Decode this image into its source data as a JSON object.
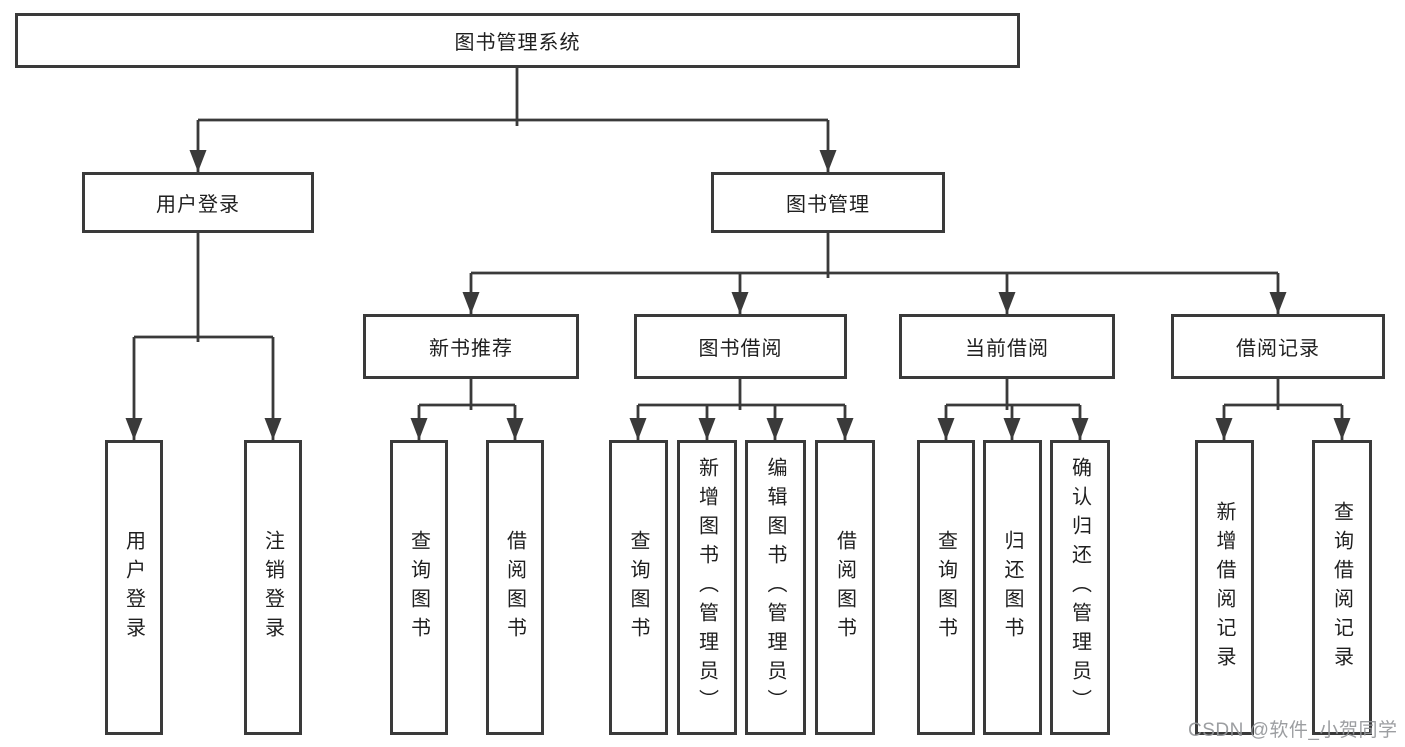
{
  "diagram": {
    "title": "图书管理系统",
    "watermark": "CSDN @软件_小贺同学",
    "colors": {
      "line": "#3a3a3a",
      "text": "#1f1f1f",
      "background": "#ffffff",
      "watermark": "#949699"
    }
  },
  "tree": {
    "label": "图书管理系统",
    "children": [
      {
        "label": "用户登录",
        "children": [
          {
            "label": "用户登录"
          },
          {
            "label": "注销登录"
          }
        ]
      },
      {
        "label": "图书管理",
        "children": [
          {
            "label": "新书推荐",
            "children": [
              {
                "label": "查询图书"
              },
              {
                "label": "借阅图书"
              }
            ]
          },
          {
            "label": "图书借阅",
            "children": [
              {
                "label": "查询图书"
              },
              {
                "label": "新增图书（管理员）"
              },
              {
                "label": "编辑图书（管理员）"
              },
              {
                "label": "借阅图书"
              }
            ]
          },
          {
            "label": "当前借阅",
            "children": [
              {
                "label": "查询图书"
              },
              {
                "label": "归还图书"
              },
              {
                "label": "确认归还（管理员）"
              }
            ]
          },
          {
            "label": "借阅记录",
            "children": [
              {
                "label": "新增借阅记录"
              },
              {
                "label": "查询借阅记录"
              }
            ]
          }
        ]
      }
    ]
  }
}
